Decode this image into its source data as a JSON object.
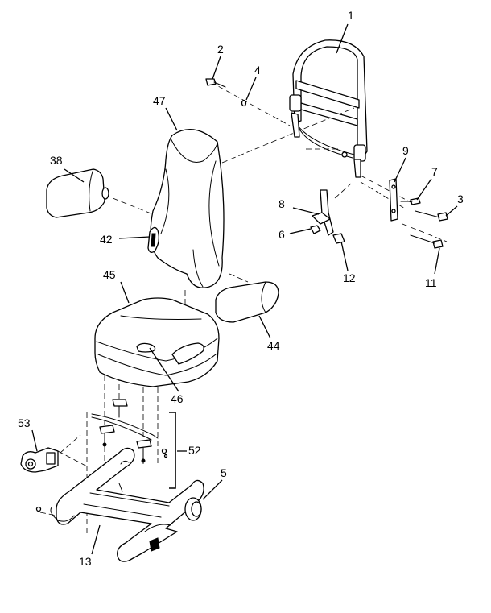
{
  "callouts": {
    "c1": "1",
    "c2": "2",
    "c3": "3",
    "c4": "4",
    "c5": "5",
    "c6": "6",
    "c7": "7",
    "c8": "8",
    "c9": "9",
    "c11": "11",
    "c12": "12",
    "c13": "13",
    "c38": "38",
    "c42": "42",
    "c44": "44",
    "c45": "45",
    "c46": "46",
    "c47": "47",
    "c52": "52",
    "c53": "53"
  }
}
